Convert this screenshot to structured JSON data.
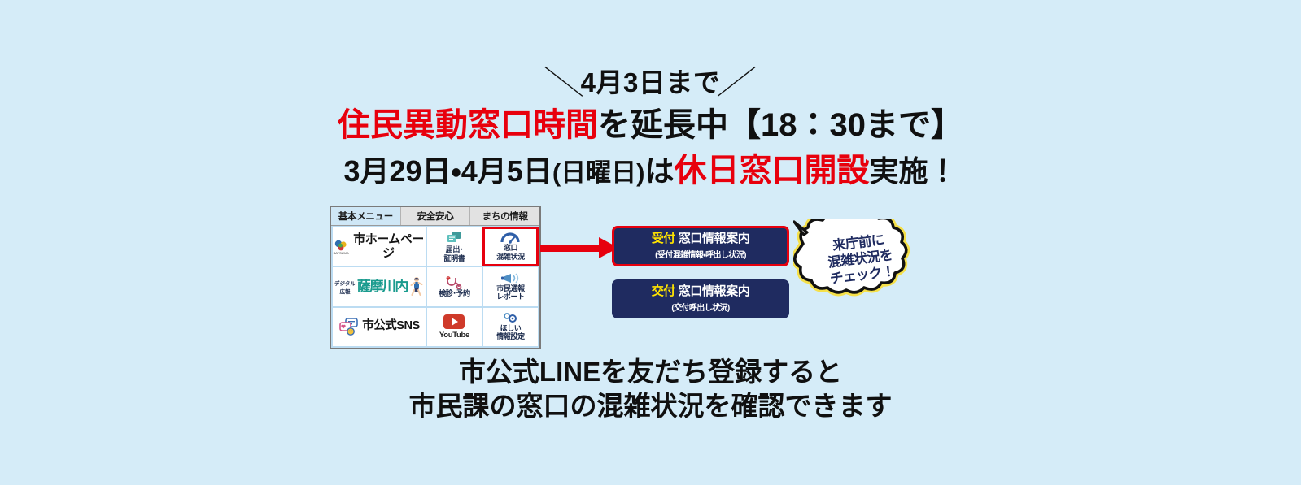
{
  "background_color": "#d5ecf8",
  "headline": {
    "line1_slash_left": "＼",
    "line1_text": "4月3日まで",
    "line1_slash_right": "／",
    "line2_red": "住民異動窓口時間",
    "line2_black": "を延長中",
    "line2_bracket": "【18：30まで】",
    "line3_pre": "3月29日・4月5日",
    "line3_paren": "(日曜日)",
    "line3_particle": "は",
    "line3_red": "休日窓口開設",
    "line3_post": "実施！"
  },
  "rich_menu": {
    "tabs": [
      {
        "label": "基本メニュー",
        "active": true
      },
      {
        "label": "安全安心",
        "active": false
      },
      {
        "label": "まちの情報",
        "active": false
      }
    ],
    "cells": [
      {
        "label": "市ホームページ",
        "icon": "city-logo-icon",
        "highlighted": false
      },
      {
        "label_1": "届出･",
        "label_2": "証明書",
        "icon": "documents-icon",
        "highlighted": false
      },
      {
        "label_1": "窓口",
        "label_2": "混雑状況",
        "icon": "gauge-icon",
        "highlighted": true
      },
      {
        "label_prefix": "デジタル",
        "label_sub": "広報",
        "label": "薩摩川内",
        "icon": "running-person-icon",
        "highlighted": false
      },
      {
        "label": "検診･予約",
        "icon": "stethoscope-icon",
        "highlighted": false
      },
      {
        "label_1": "市民通報",
        "label_2": "レポート",
        "icon": "megaphone-icon",
        "highlighted": false
      },
      {
        "label": "市公式SNS",
        "icon": "chat-bubbles-icon",
        "highlighted": false
      },
      {
        "label": "YouTube",
        "icon": "youtube-icon",
        "highlighted": false
      },
      {
        "label_1": "ほしい",
        "label_2": "情報設定",
        "icon": "gears-icon",
        "highlighted": false
      }
    ]
  },
  "arrow": {
    "direction": "right",
    "color": "#e7000e"
  },
  "buttons": [
    {
      "highlight_label": "受付",
      "title": "窓口情報案内",
      "subtitle": "(受付混雑情報・呼出し状況)",
      "bg_color": "#1f2b60",
      "border_color": "#e7000e",
      "highlight_color": "#ffe400",
      "outlined": true
    },
    {
      "highlight_label": "交付",
      "title": "窓口情報案内",
      "subtitle": "(交付呼出し状況)",
      "bg_color": "#1f2b60",
      "border_color": "#1f2b60",
      "highlight_color": "#ffe400",
      "outlined": false
    }
  ],
  "speech_bubble": {
    "line1": "来庁前に",
    "line2": "混雑状況を",
    "line3": "チェック！",
    "text_color": "#1f2b60",
    "glow_color": "#f5e04a"
  },
  "bottom": {
    "line1": "市公式LINEを友だち登録すると",
    "line2": "市民課の窓口の混雑状況を確認できます"
  }
}
